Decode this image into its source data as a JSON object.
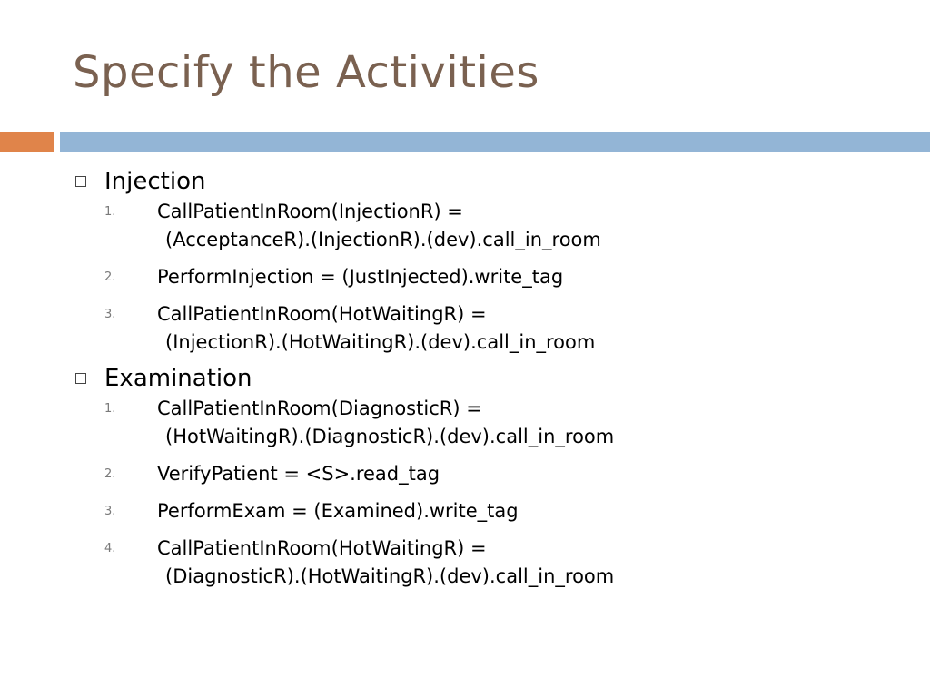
{
  "slide": {
    "title": "Specify the Activities"
  },
  "sections": [
    {
      "label": "Injection",
      "items": [
        {
          "num": "1.",
          "line1": "CallPatientInRoom(InjectionR) =",
          "line2": "(AcceptanceR).(InjectionR).(dev).call_in_room"
        },
        {
          "num": "2.",
          "line1": "PerformInjection = (JustInjected).write_tag",
          "line2": ""
        },
        {
          "num": "3.",
          "line1": "CallPatientInRoom(HotWaitingR) =",
          "line2": "(InjectionR).(HotWaitingR).(dev).call_in_room"
        }
      ]
    },
    {
      "label": "Examination",
      "items": [
        {
          "num": "1.",
          "line1": "CallPatientInRoom(DiagnosticR) =",
          "line2": "(HotWaitingR).(DiagnosticR).(dev).call_in_room"
        },
        {
          "num": "2.",
          "line1": "VerifyPatient = <S>.read_tag",
          "line2": ""
        },
        {
          "num": "3.",
          "line1": "PerformExam = (Examined).write_tag",
          "line2": ""
        },
        {
          "num": "4.",
          "line1": "CallPatientInRoom(HotWaitingR) =",
          "line2": "(DiagnosticR).(HotWaitingR).(dev).call_in_room"
        }
      ]
    }
  ],
  "colors": {
    "title": "#7a6150",
    "accent_orange": "#e0844a",
    "accent_blue": "#93b5d6"
  },
  "icons": {
    "section_bullet": "square-outline-bullet-icon"
  }
}
